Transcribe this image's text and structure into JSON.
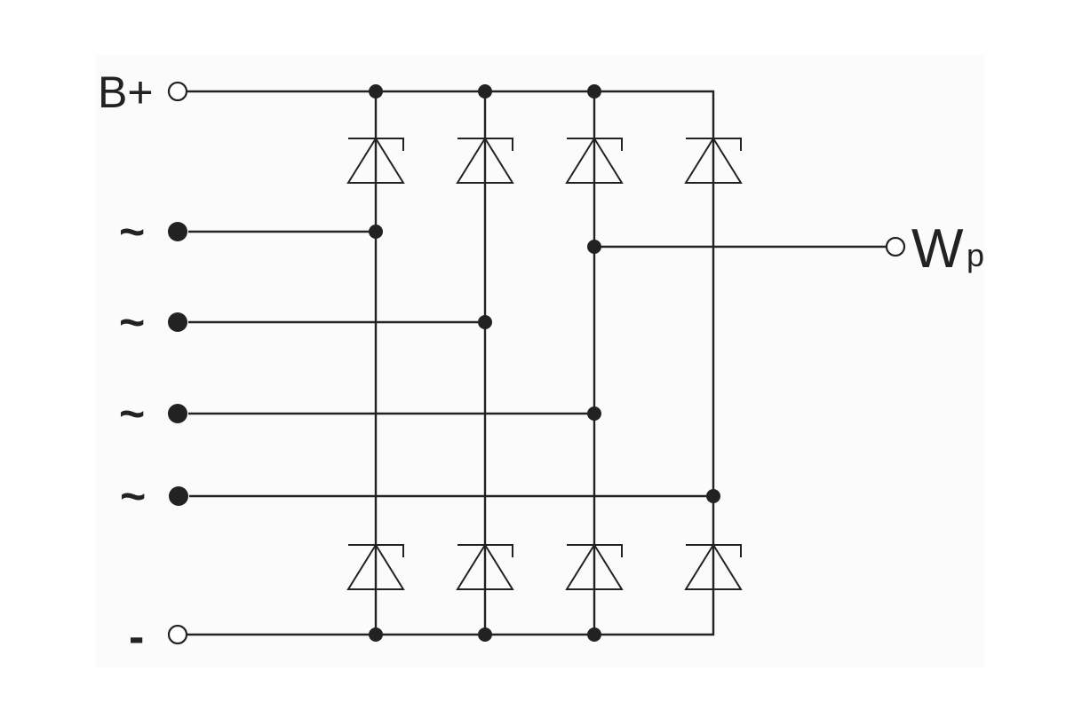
{
  "labels": {
    "b_plus": "B+",
    "minus": "-",
    "wp_main": "W",
    "wp_sub": "p",
    "ac_inputs": [
      "~",
      "~",
      "~",
      "~"
    ]
  },
  "colors": {
    "ink": "#222222",
    "background": "#ffffff",
    "panel": "#fbfbfb"
  }
}
